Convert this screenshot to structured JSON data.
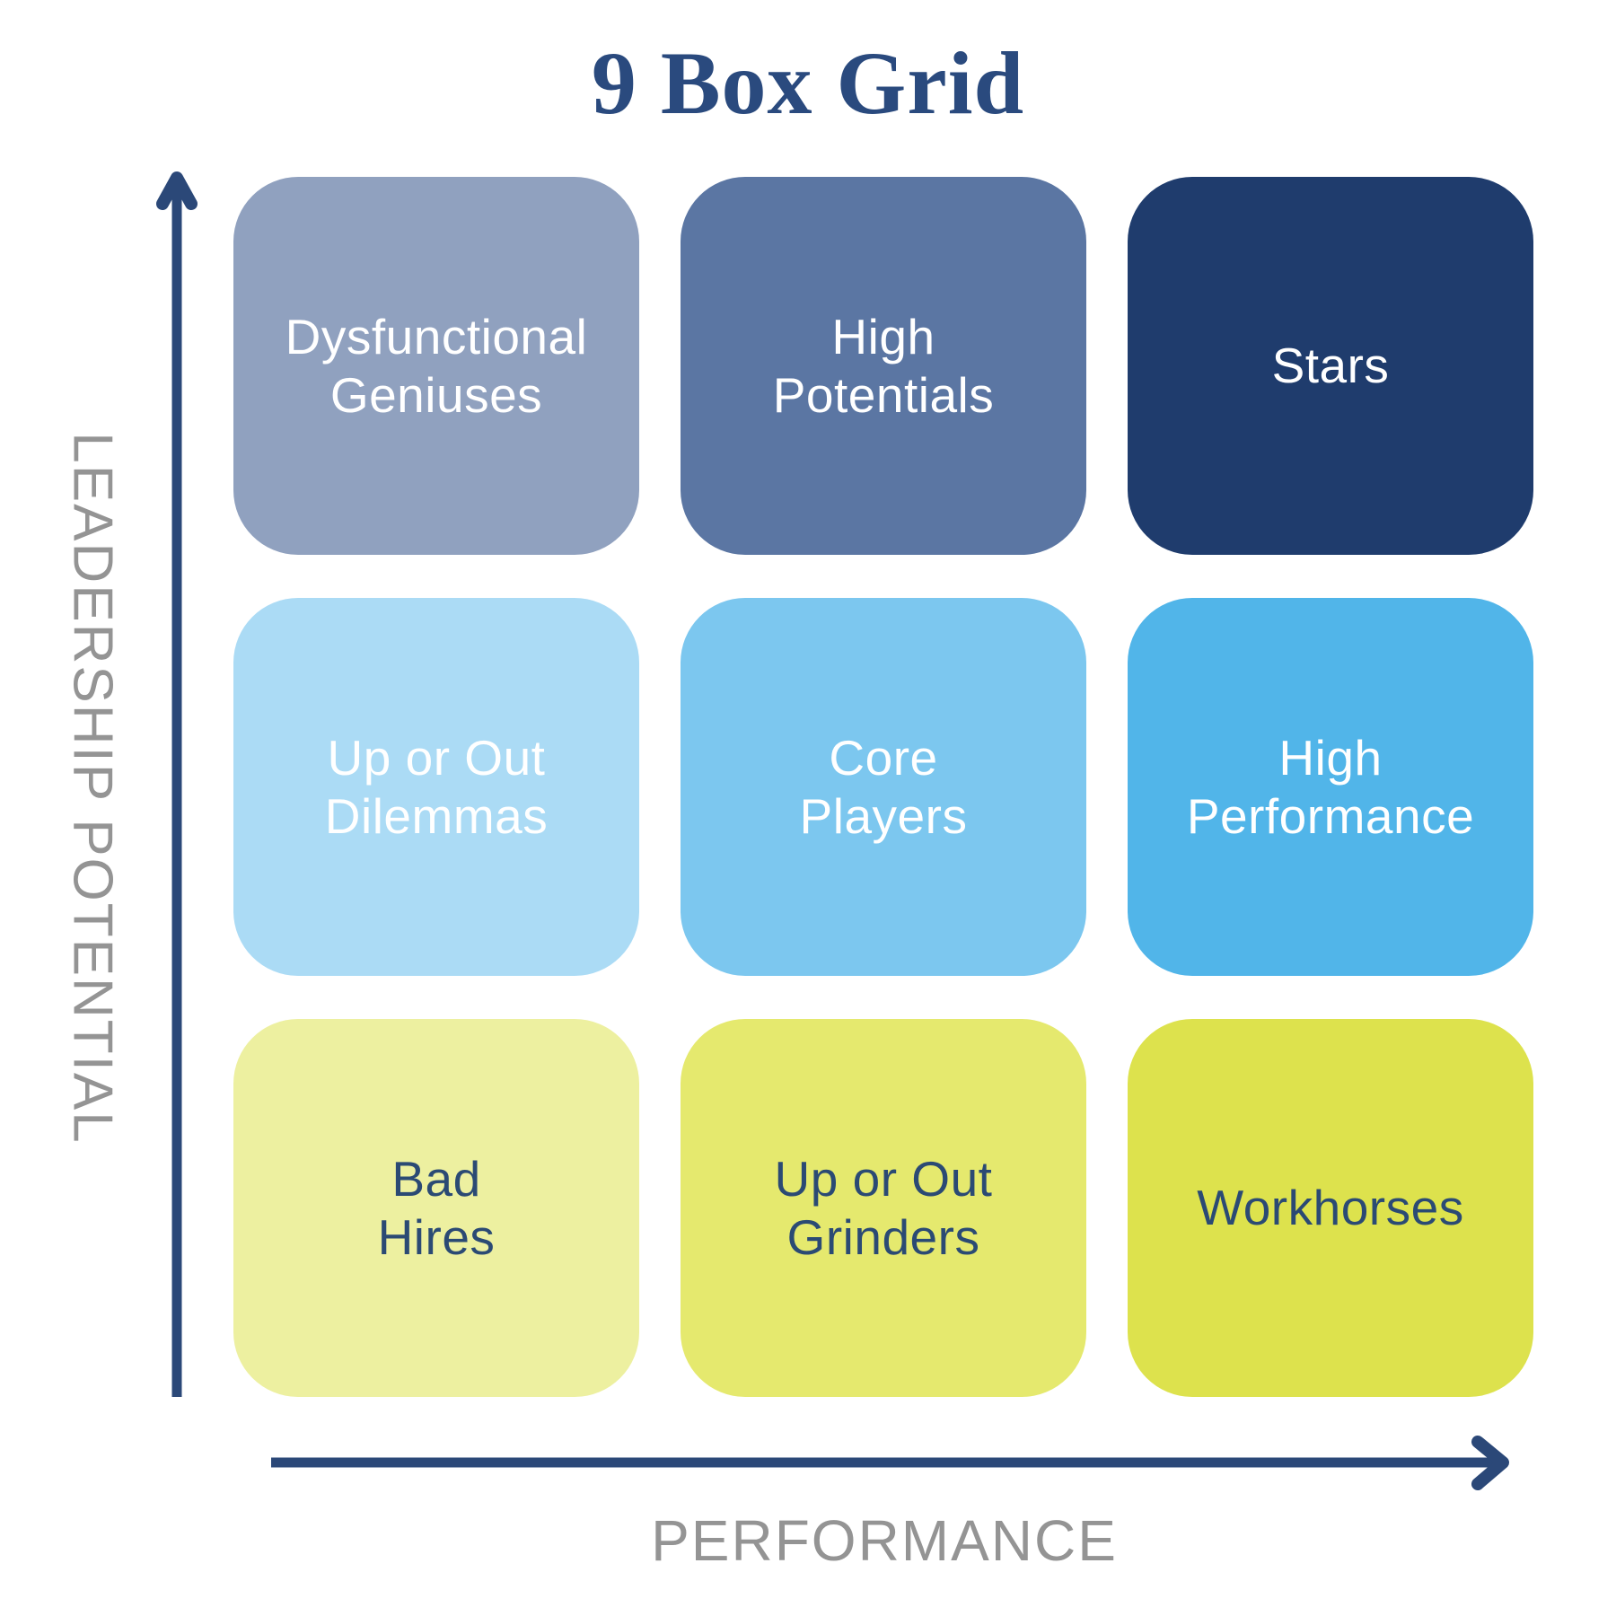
{
  "title": "9 Box Grid",
  "title_color": "#2a4a7e",
  "axes": {
    "y_label": "LEADERSHIP POTENTIAL",
    "x_label": "PERFORMANCE",
    "arrow_color": "#2b4878",
    "label_color": "#949494"
  },
  "grid": {
    "x_axis_meaning": "PERFORMANCE",
    "y_axis_meaning": "LEADERSHIP POTENTIAL",
    "cells": [
      {
        "row": "high-potential",
        "col": "low-performance",
        "label": "Dysfunctional\nGeniuses",
        "bg": "#90a1bf",
        "text_color": "#ffffff"
      },
      {
        "row": "high-potential",
        "col": "mid-performance",
        "label": "High\nPotentials",
        "bg": "#5b76a3",
        "text_color": "#ffffff"
      },
      {
        "row": "high-potential",
        "col": "high-performance",
        "label": "Stars",
        "bg": "#1f3c6d",
        "text_color": "#ffffff"
      },
      {
        "row": "mid-potential",
        "col": "low-performance",
        "label": "Up or Out\nDilemmas",
        "bg": "#abdbf5",
        "text_color": "#ffffff"
      },
      {
        "row": "mid-potential",
        "col": "mid-performance",
        "label": "Core\nPlayers",
        "bg": "#7cc7ef",
        "text_color": "#ffffff"
      },
      {
        "row": "mid-potential",
        "col": "high-performance",
        "label": "High\nPerformance",
        "bg": "#51b5e9",
        "text_color": "#ffffff"
      },
      {
        "row": "low-potential",
        "col": "low-performance",
        "label": "Bad\nHires",
        "bg": "#edf0a0",
        "text_color": "#2b4a74"
      },
      {
        "row": "low-potential",
        "col": "mid-performance",
        "label": "Up or Out\nGrinders",
        "bg": "#e5e96e",
        "text_color": "#2b4a74"
      },
      {
        "row": "low-potential",
        "col": "high-performance",
        "label": "Workhorses",
        "bg": "#dde24d",
        "text_color": "#2b4a74"
      }
    ]
  }
}
